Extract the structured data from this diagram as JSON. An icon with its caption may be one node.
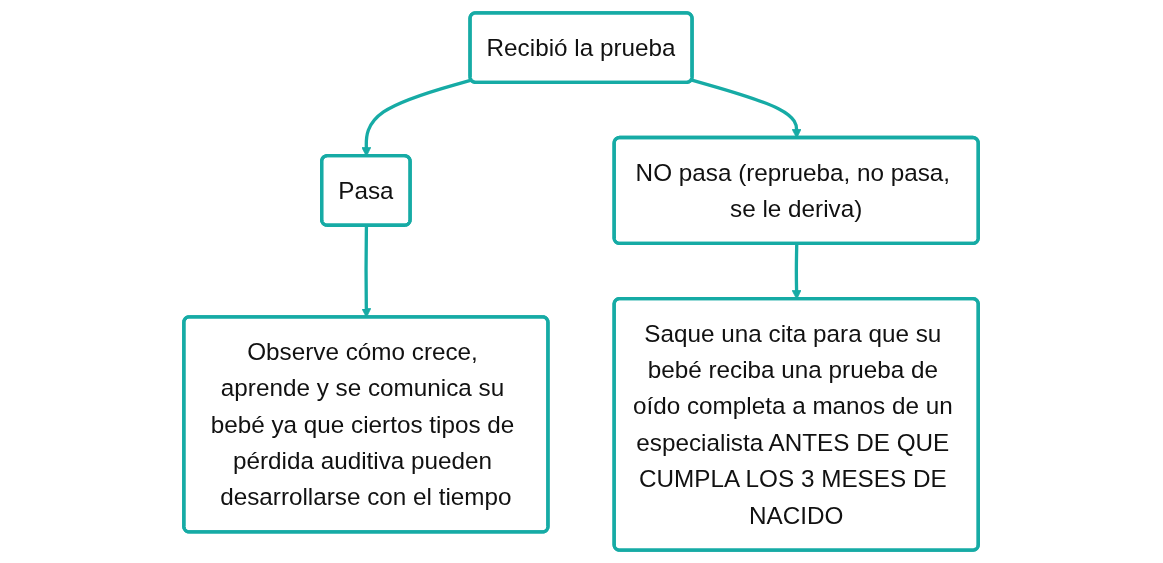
{
  "diagram": {
    "nodes": [
      {
        "text": [
          "Recibió la prueba"
        ]
      },
      {
        "text": [
          "Pasa"
        ]
      },
      {
        "text": [
          "NO pasa (reprueba, no pasa, se le deriva)"
        ]
      },
      {
        "text": [
          "Observe cómo crece, aprende y se comunica su bebé ya que ciertos tipos de pérdida auditiva pueden desarrollarse con el tiempo"
        ]
      },
      {
        "text": [
          "Saque una cita para que su bebé reciba una prueba de oído completa a manos de un especialista ANTES DE QUE CUMPLA LOS 3 MESES DE NACIDO"
        ]
      }
    ],
    "edges": [
      {
        "from": 0,
        "to": 1,
        "arrow": "to"
      },
      {
        "from": 0,
        "to": 2,
        "arrow": "to"
      },
      {
        "from": 1,
        "to": 3,
        "arrow": "to"
      },
      {
        "from": 2,
        "to": 4,
        "arrow": "to"
      }
    ]
  }
}
